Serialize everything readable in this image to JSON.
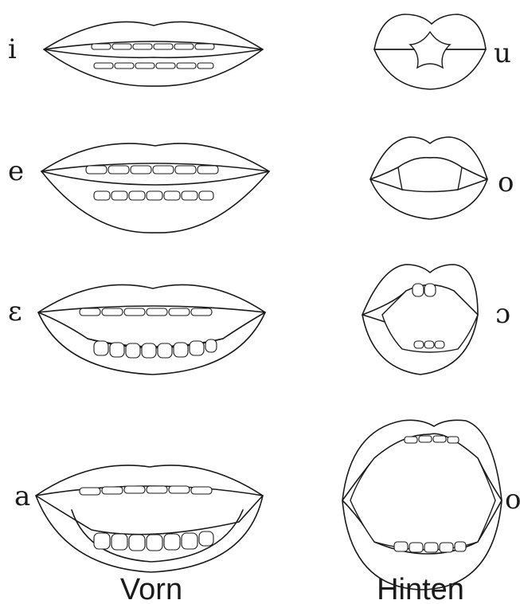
{
  "columns": {
    "front": "Vorn",
    "back": "Hinten"
  },
  "vowels_front": [
    "i",
    "e",
    "ɛ",
    "a"
  ],
  "vowels_back": [
    "u",
    "o",
    "ɔ",
    "o"
  ]
}
